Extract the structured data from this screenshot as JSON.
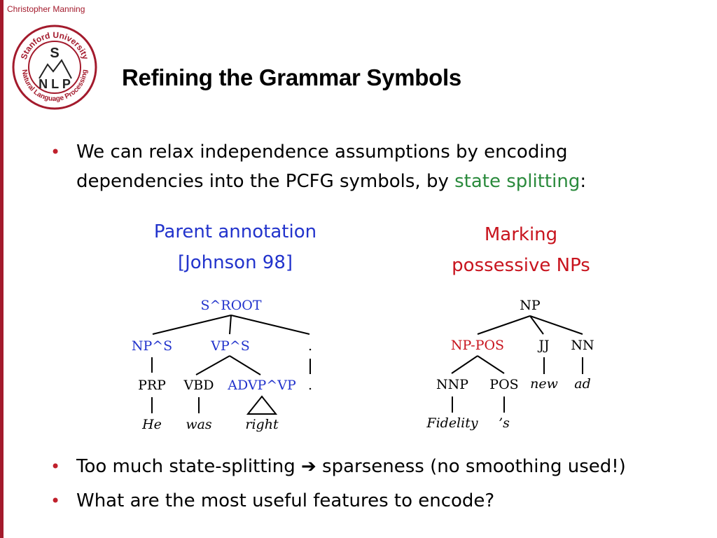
{
  "header": {
    "author": "Christopher Manning"
  },
  "logo": {
    "top_text": "Stanford University",
    "bottom_text": "Natural Language Processing",
    "letter_s": "S",
    "letters_nlp": "N L P",
    "color": "#a31a2c"
  },
  "title": "Refining the Grammar Symbols",
  "bullets": [
    {
      "pre": "We can relax independence assumptions by encoding",
      "line2_pre": "dependencies into the PCFG symbols, by ",
      "highlight": "state splitting",
      "post": ":"
    },
    {
      "pre": "Too much state-splitting ",
      "arrow": "➔",
      "post": " sparseness (no smoothing used!)"
    },
    {
      "text": "What are the most useful features to encode?"
    }
  ],
  "captions": {
    "left": {
      "line1": "Parent annotation",
      "line2": "[Johnson 98]",
      "color": "#2233cc"
    },
    "right": {
      "line1": "Marking",
      "line2": "possessive NPs",
      "color": "#c8141e"
    }
  },
  "tree_left": {
    "root": "S^ROOT",
    "np": "NP^S",
    "vp": "VP^S",
    "punct": ".",
    "prp": "PRP",
    "vbd": "VBD",
    "advp": "ADVP^VP",
    "punct_leaf": ".",
    "w1": "He",
    "w2": "was",
    "w3": "right"
  },
  "tree_right": {
    "root": "NP",
    "nppos": "NP-POS",
    "jj": "JJ",
    "nn": "NN",
    "nnp": "NNP",
    "pos": "POS",
    "w_new": "new",
    "w_ad": "ad",
    "w_fidelity": "Fidelity",
    "w_s": "’s"
  }
}
